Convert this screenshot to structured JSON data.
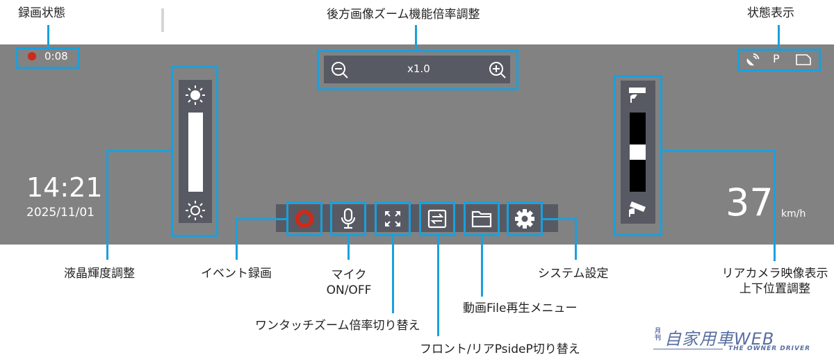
{
  "annotations": {
    "recording_status": "録画状態",
    "rear_zoom": "後方画像ズーム機能倍率調整",
    "status_display": "状態表示",
    "brightness": "液晶輝度調整",
    "event_record": "イベント録画",
    "mic": "マイク",
    "mic_sub": "ON/OFF",
    "one_touch_zoom": "ワンタッチズーム倍率切り替え",
    "front_rear_switch": "フロント/リアPsideP切り替え",
    "file_playback": "動画File再生メニュー",
    "system_settings": "システム設定",
    "rear_camera_pos": "リアカメラ映像表示",
    "rear_camera_pos_sub": "上下位置調整"
  },
  "screen": {
    "recording": {
      "indicator_color": "#cc2a1a",
      "elapsed": "0:08"
    },
    "zoom": {
      "value": "x1.0",
      "zoom_out_icon": "zoom-out-icon",
      "zoom_in_icon": "zoom-in-icon"
    },
    "status": {
      "gps_icon": "satellite-dish-icon",
      "parking_label": "P",
      "sd_icon": "sd-card-icon"
    },
    "clock": {
      "time": "14:21",
      "date": "2025/11/01"
    },
    "speed": {
      "value": "37",
      "unit": "km/h"
    },
    "toolbar": [
      {
        "name": "event-record",
        "icon": "record-ring-icon"
      },
      {
        "name": "mic",
        "icon": "microphone-icon"
      },
      {
        "name": "one-touch-zoom",
        "icon": "expand-arrows-icon"
      },
      {
        "name": "front-rear-switch",
        "icon": "swap-arrows-icon"
      },
      {
        "name": "file-playback",
        "icon": "folder-icon"
      },
      {
        "name": "settings",
        "icon": "gear-icon"
      }
    ]
  },
  "logo": {
    "small": "月刊",
    "main": "自家用車WEB",
    "sub": "THE OWNER DRIVER"
  },
  "colors": {
    "highlight": "#1aa0dc",
    "screen_bg": "#828282",
    "panel_bg": "#575a63",
    "record_red": "#cc2a1a",
    "logo_blue": "#5a6fa0"
  }
}
